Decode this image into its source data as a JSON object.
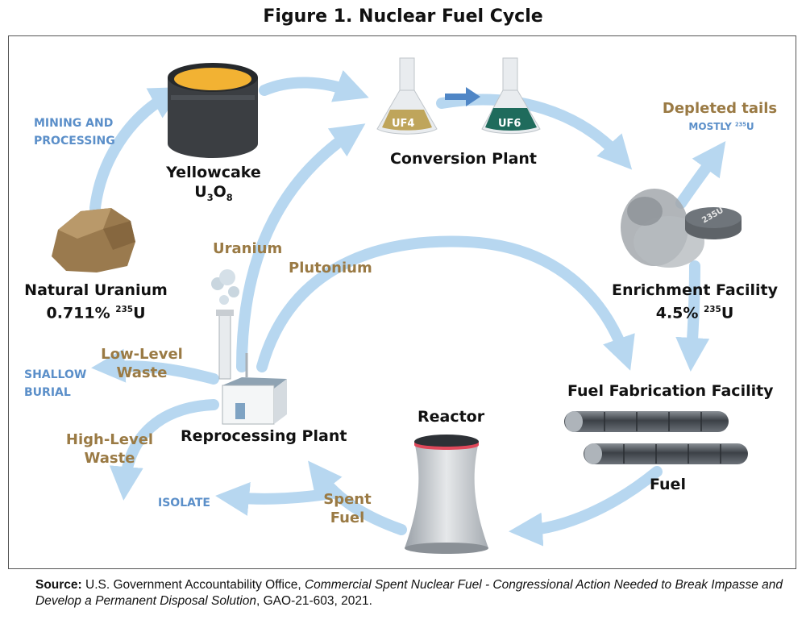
{
  "title": "Figure 1. Nuclear Fuel Cycle",
  "nodes": {
    "yellowcake": {
      "line1": "Yellowcake",
      "formula_u": "U",
      "formula_sub1": "3",
      "formula_o": "O",
      "formula_sub2": "8"
    },
    "conversion": {
      "label": "Conversion Plant",
      "flask1": "UF4",
      "flask2": "UF6"
    },
    "natural_uranium": {
      "line1": "Natural Uranium",
      "pct": "0.711% ",
      "iso": "235",
      "el": "U"
    },
    "enrichment": {
      "line1": "Enrichment Facility",
      "pct": "4.5% ",
      "iso": "235",
      "el": "U",
      "disk": "235U"
    },
    "fuel_fab": {
      "label": "Fuel Fabrication Facility",
      "fuel": "Fuel"
    },
    "reactor": {
      "label": "Reactor"
    },
    "reprocessing": {
      "label": "Reprocessing Plant"
    }
  },
  "flows": {
    "mining": "MINING AND PROCESSING",
    "depleted": "Depleted tails",
    "depleted_sub": "MOSTLY ",
    "depleted_iso": "235",
    "depleted_el": "U",
    "uranium": "Uranium",
    "plutonium": "Plutonium",
    "low_level": "Low-Level Waste",
    "shallow": "SHALLOW BURIAL",
    "high_level": "High-Level Waste",
    "isolate": "ISOLATE",
    "spent": "Spent Fuel"
  },
  "source": {
    "label": "Source:",
    "org": " U.S. Government Accountability Office, ",
    "report": "Commercial Spent Nuclear Fuel - Congressional Action Needed to Break Impasse and Develop a Permanent Disposal Solution",
    "tail": ", GAO-21-603, 2021."
  },
  "colors": {
    "arrow": "#b7d7f0",
    "brown_text": "#9a7a44",
    "blue_text": "#5b8fc9",
    "yellowcake": "#f2b233",
    "uf6": "#1f6b5c"
  }
}
